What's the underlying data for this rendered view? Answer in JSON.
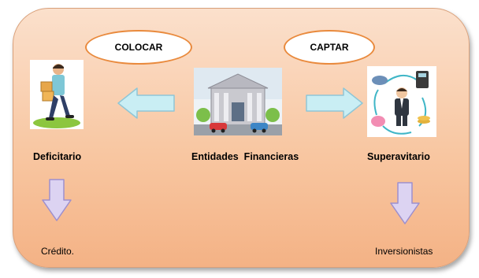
{
  "ovals": {
    "left": "COLOCAR",
    "right": "CAPTAR"
  },
  "nodes": {
    "left": "Deficitario",
    "center": "Entidades  Financieras",
    "right": "Superavitario"
  },
  "outcomes": {
    "left": "Crédito.",
    "right": "Inversionistas"
  },
  "icons": {
    "left": "person-carrying-boxes-icon",
    "center": "bank-building-icon",
    "right": "businessman-finance-cycle-icon",
    "arrow_left": "arrow-left-icon",
    "arrow_right": "arrow-right-icon",
    "arrow_down": "arrow-down-icon"
  },
  "colors": {
    "panel": "#f8c7a2",
    "oval_border": "#e98a3d",
    "side_arrow_fill": "#c9eef4",
    "down_arrow_fill": "#dcd3f2"
  }
}
